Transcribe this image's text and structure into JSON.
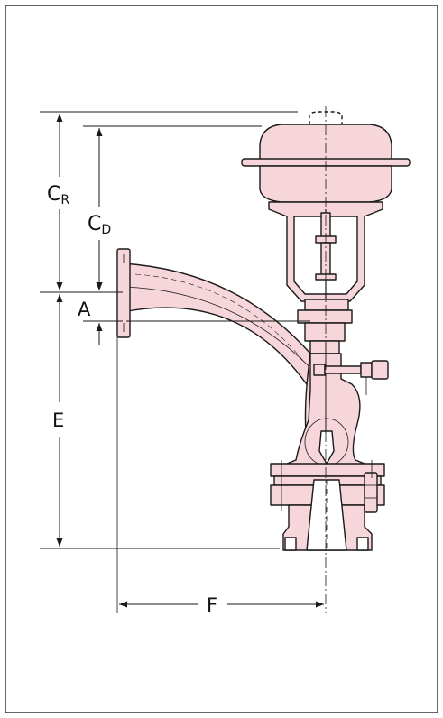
{
  "labels": {
    "cr_main": "C",
    "cr_sub": "R",
    "cd_main": "C",
    "cd_sub": "D",
    "a": "A",
    "e": "E",
    "f": "F"
  },
  "colors": {
    "body_fill": "#f6d6da",
    "line": "#1a1a1a",
    "frame": "#333333"
  }
}
